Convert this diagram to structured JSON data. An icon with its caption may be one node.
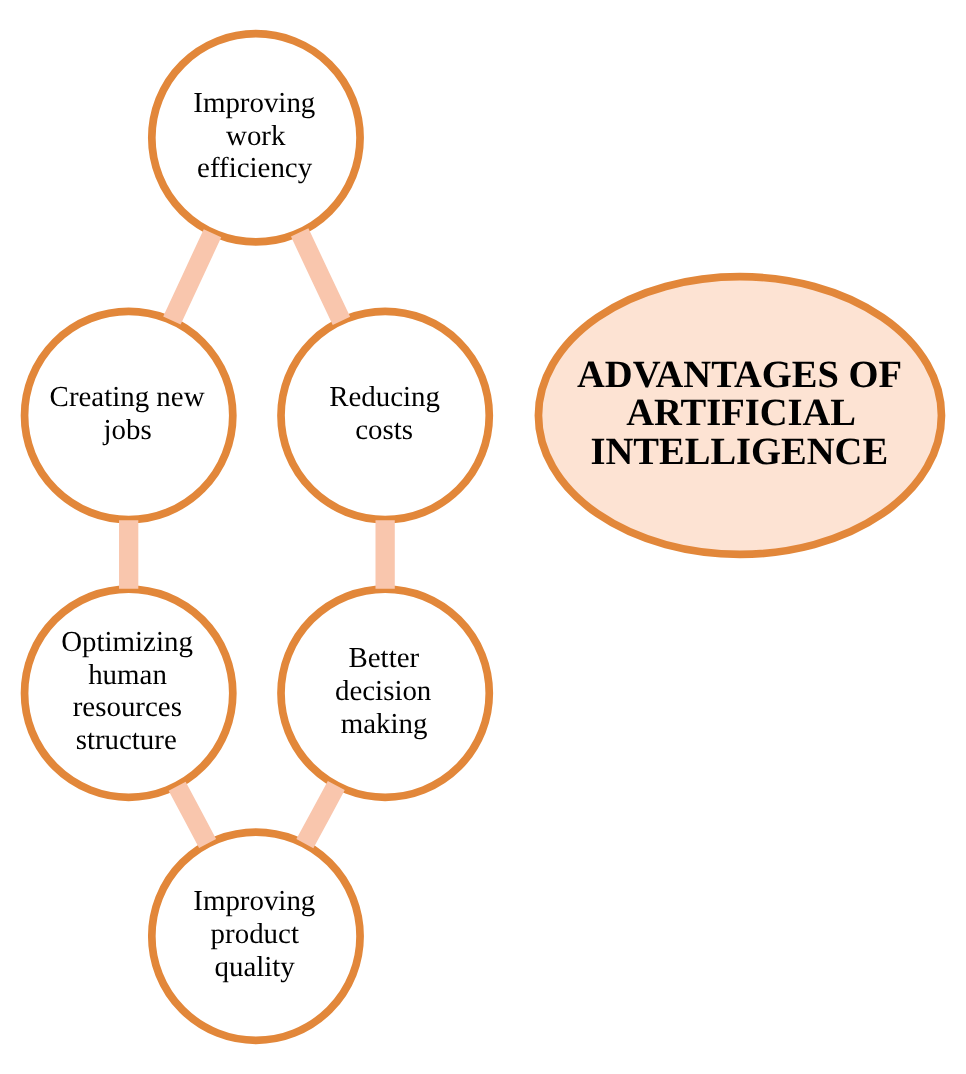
{
  "diagram": {
    "nodes": [
      {
        "text": [
          "Improving work efficiency"
        ]
      },
      {
        "text": [
          "Creating new jobs"
        ]
      },
      {
        "text": [
          "Reducing costs"
        ]
      },
      {
        "text": [
          "ADVANTAGES OF ARTIFICIAL INTELLIGENCE"
        ]
      },
      {
        "text": [
          "Optimizing human resources structure"
        ]
      },
      {
        "text": [
          "Better decision making"
        ]
      },
      {
        "text": [
          "Improving product quality"
        ]
      }
    ],
    "edges": [
      {
        "from": 0,
        "to": 2,
        "arrow": "none"
      },
      {
        "from": 2,
        "to": 5,
        "arrow": "none"
      },
      {
        "from": 5,
        "to": 6,
        "arrow": "none"
      },
      {
        "from": 6,
        "to": 4,
        "arrow": "none"
      },
      {
        "from": 4,
        "to": 1,
        "arrow": "none"
      },
      {
        "from": 1,
        "to": 0,
        "arrow": "none"
      }
    ]
  }
}
